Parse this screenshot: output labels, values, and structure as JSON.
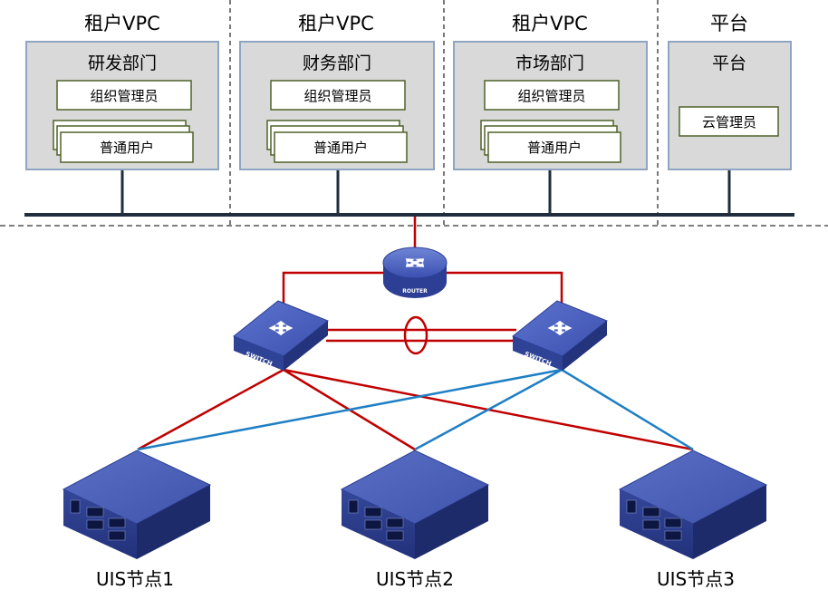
{
  "tenants": [
    {
      "header": "租户VPC",
      "department": "研发部门",
      "admin_label": "组织管理员",
      "user_label": "普通用户"
    },
    {
      "header": "租户VPC",
      "department": "财务部门",
      "admin_label": "组织管理员",
      "user_label": "普通用户"
    },
    {
      "header": "租户VPC",
      "department": "市场部门",
      "admin_label": "组织管理员",
      "user_label": "普通用户"
    }
  ],
  "platform": {
    "header": "平台",
    "title": "平台",
    "admin_label": "云管理员"
  },
  "network": {
    "router_label": "ROUTER",
    "switch_left_label": "SWITCH",
    "switch_right_label": "SWITCH"
  },
  "nodes": [
    {
      "label": "UIS节点1"
    },
    {
      "label": "UIS节点2"
    },
    {
      "label": "UIS节点3"
    }
  ],
  "colors": {
    "box_fill": "#d9d9d9",
    "box_border": "#8ea6c2",
    "inner_border": "#4f6228",
    "bus": "#1f2d3d",
    "red_link": "#c00000",
    "blue_link": "#1f7fc4",
    "device_blue": "#3b4fa0",
    "divider": "#333333"
  }
}
